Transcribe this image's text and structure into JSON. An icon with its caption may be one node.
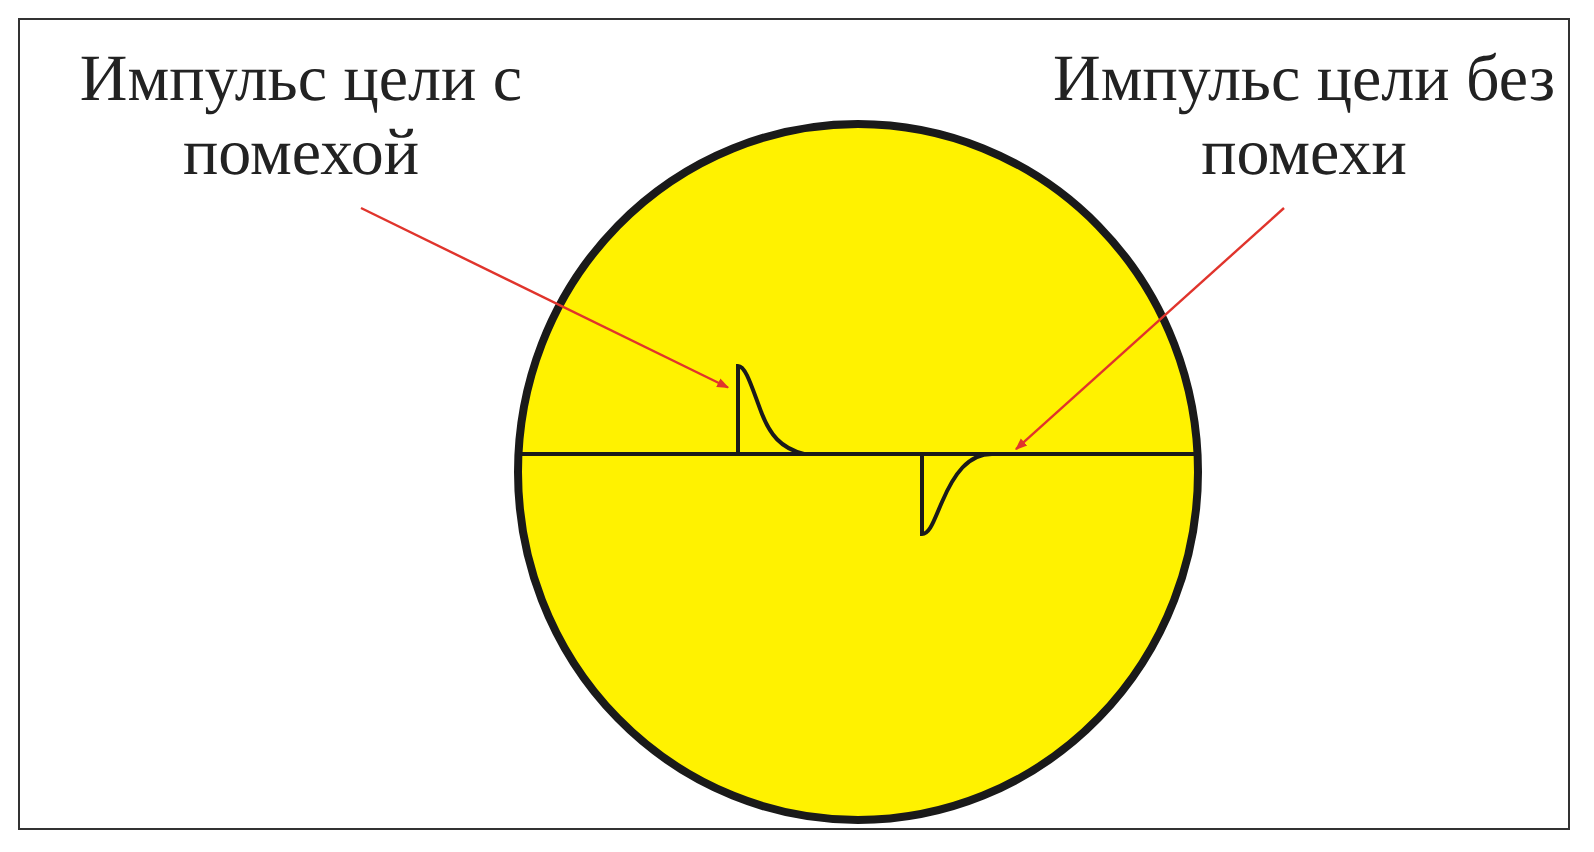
{
  "diagram": {
    "nodes": [
      {
        "text": [
          "Импульс цели с помехой"
        ]
      },
      {
        "text": [
          "Импульс цели без помехи"
        ]
      },
      {
        "text": [],
        "shape": "circle"
      },
      {
        "text": [],
        "shape": "picture",
        "in": 2
      },
      {
        "text": [],
        "shape": "picture",
        "in": 2
      }
    ],
    "edges": [
      {
        "from": 0,
        "to": 3,
        "arrow": "to"
      },
      {
        "from": 1,
        "to": 4,
        "arrow": "to"
      }
    ]
  }
}
